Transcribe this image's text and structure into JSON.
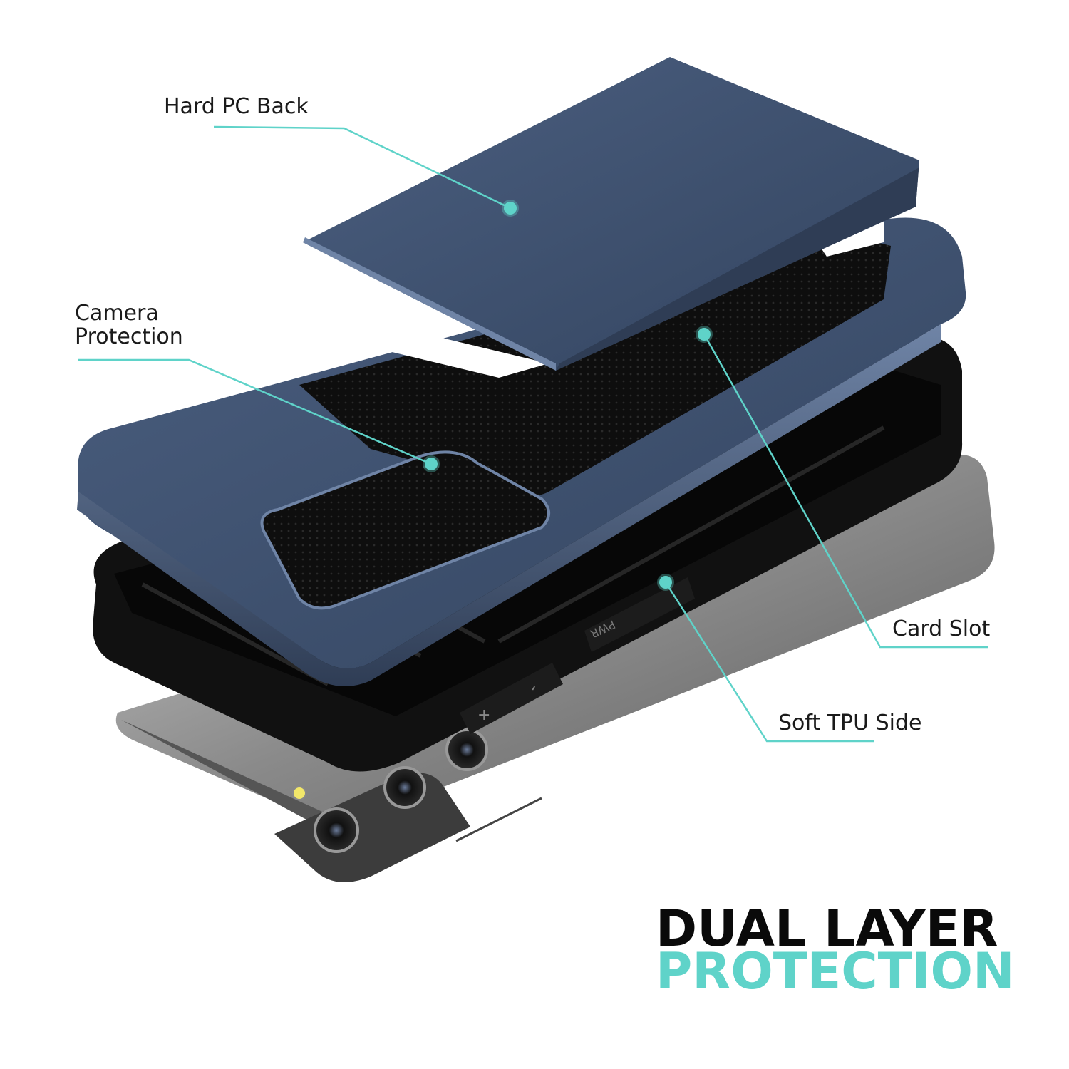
{
  "callouts": {
    "hard_pc_back": "Hard PC Back",
    "camera_protection_line1": "Camera",
    "camera_protection_line2": "Protection",
    "card_slot": "Card Slot",
    "soft_tpu_side": "Soft TPU Side"
  },
  "phone_buttons": {
    "power": "PWR",
    "volume_up": "+",
    "volume_down": "-"
  },
  "headline": {
    "line1": "DUAL LAYER",
    "line2": "PROTECTION"
  },
  "colors": {
    "accent_teal": "#5fd3c9",
    "case_navy": "#3f5270",
    "tpu_black": "#111111",
    "phone_silver": "#8c8c8c",
    "headline_black": "#0a0a0a"
  }
}
